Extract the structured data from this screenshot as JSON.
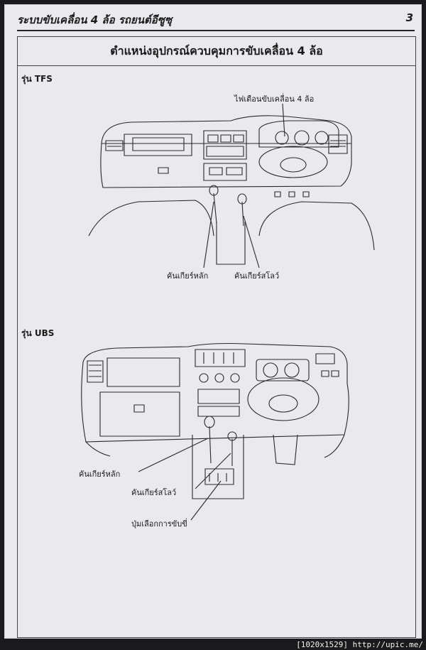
{
  "header": {
    "title": "ระบบขับเคลื่อน 4 ล้อ รถยนต์อีซูซุ",
    "page_number": "3"
  },
  "section_title": "ตำแหน่งอุปกรณ์ควบคุมการขับเคลื่อน 4 ล้อ",
  "tfs": {
    "model_label": "รุ่น TFS",
    "callouts": {
      "indicator_light": "ไฟเตือนขับเคลื่อน 4 ล้อ",
      "main_shift_lever": "คันเกียร์หลัก",
      "transfer_lever": "คันเกียร์สโลว์"
    }
  },
  "ubs": {
    "model_label": "รุ่น UBS",
    "callouts": {
      "main_shift_lever": "คันเกียร์หลัก",
      "transfer_lever": "คันเกียร์สโลว์",
      "drive_select_button": "ปุ่มเลือกการขับขี่"
    }
  },
  "watermark": "[1020x1529] http://upic.me/"
}
